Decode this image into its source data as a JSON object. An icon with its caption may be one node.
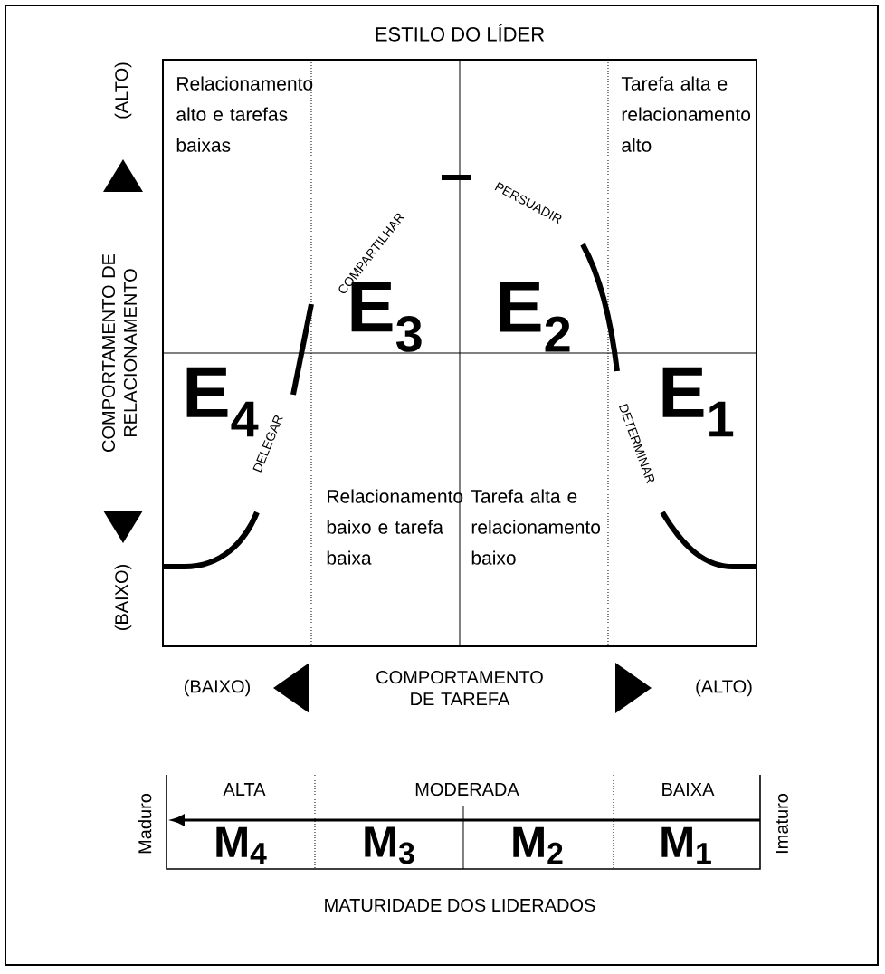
{
  "diagram": {
    "title": "ESTILO DO LÍDER",
    "labels": [
      "(ALTO)",
      "COMPORTAMENTO DE RELACIONAMENTO",
      "(BAIXO)",
      "Relacionamento alto e tarefas baixas",
      "Tarefa alta e relacionamento alto",
      "COMPARTILHAR",
      "PERSUADIR",
      "E$_{3}$",
      "E$_{2}$",
      "E$_{4}$",
      "DELEGAR",
      "DETERMINAR",
      "E$_{1}$",
      "Relacionamento baixo e tarefa baixa",
      "Tarefa alta e relacionamento baixo",
      "(BAIXO)",
      "COMPORTAMENTO DE TAREFA",
      "(ALTO)",
      "Maduro",
      "ALTA",
      "MODERADA",
      "BAIXA",
      "Imaturo",
      "M$_{4}$",
      "M$_{3}$",
      "M$_{2}$",
      "M$_{1}$",
      "MATURIDADE DOS LIDERADOS"
    ]
  }
}
